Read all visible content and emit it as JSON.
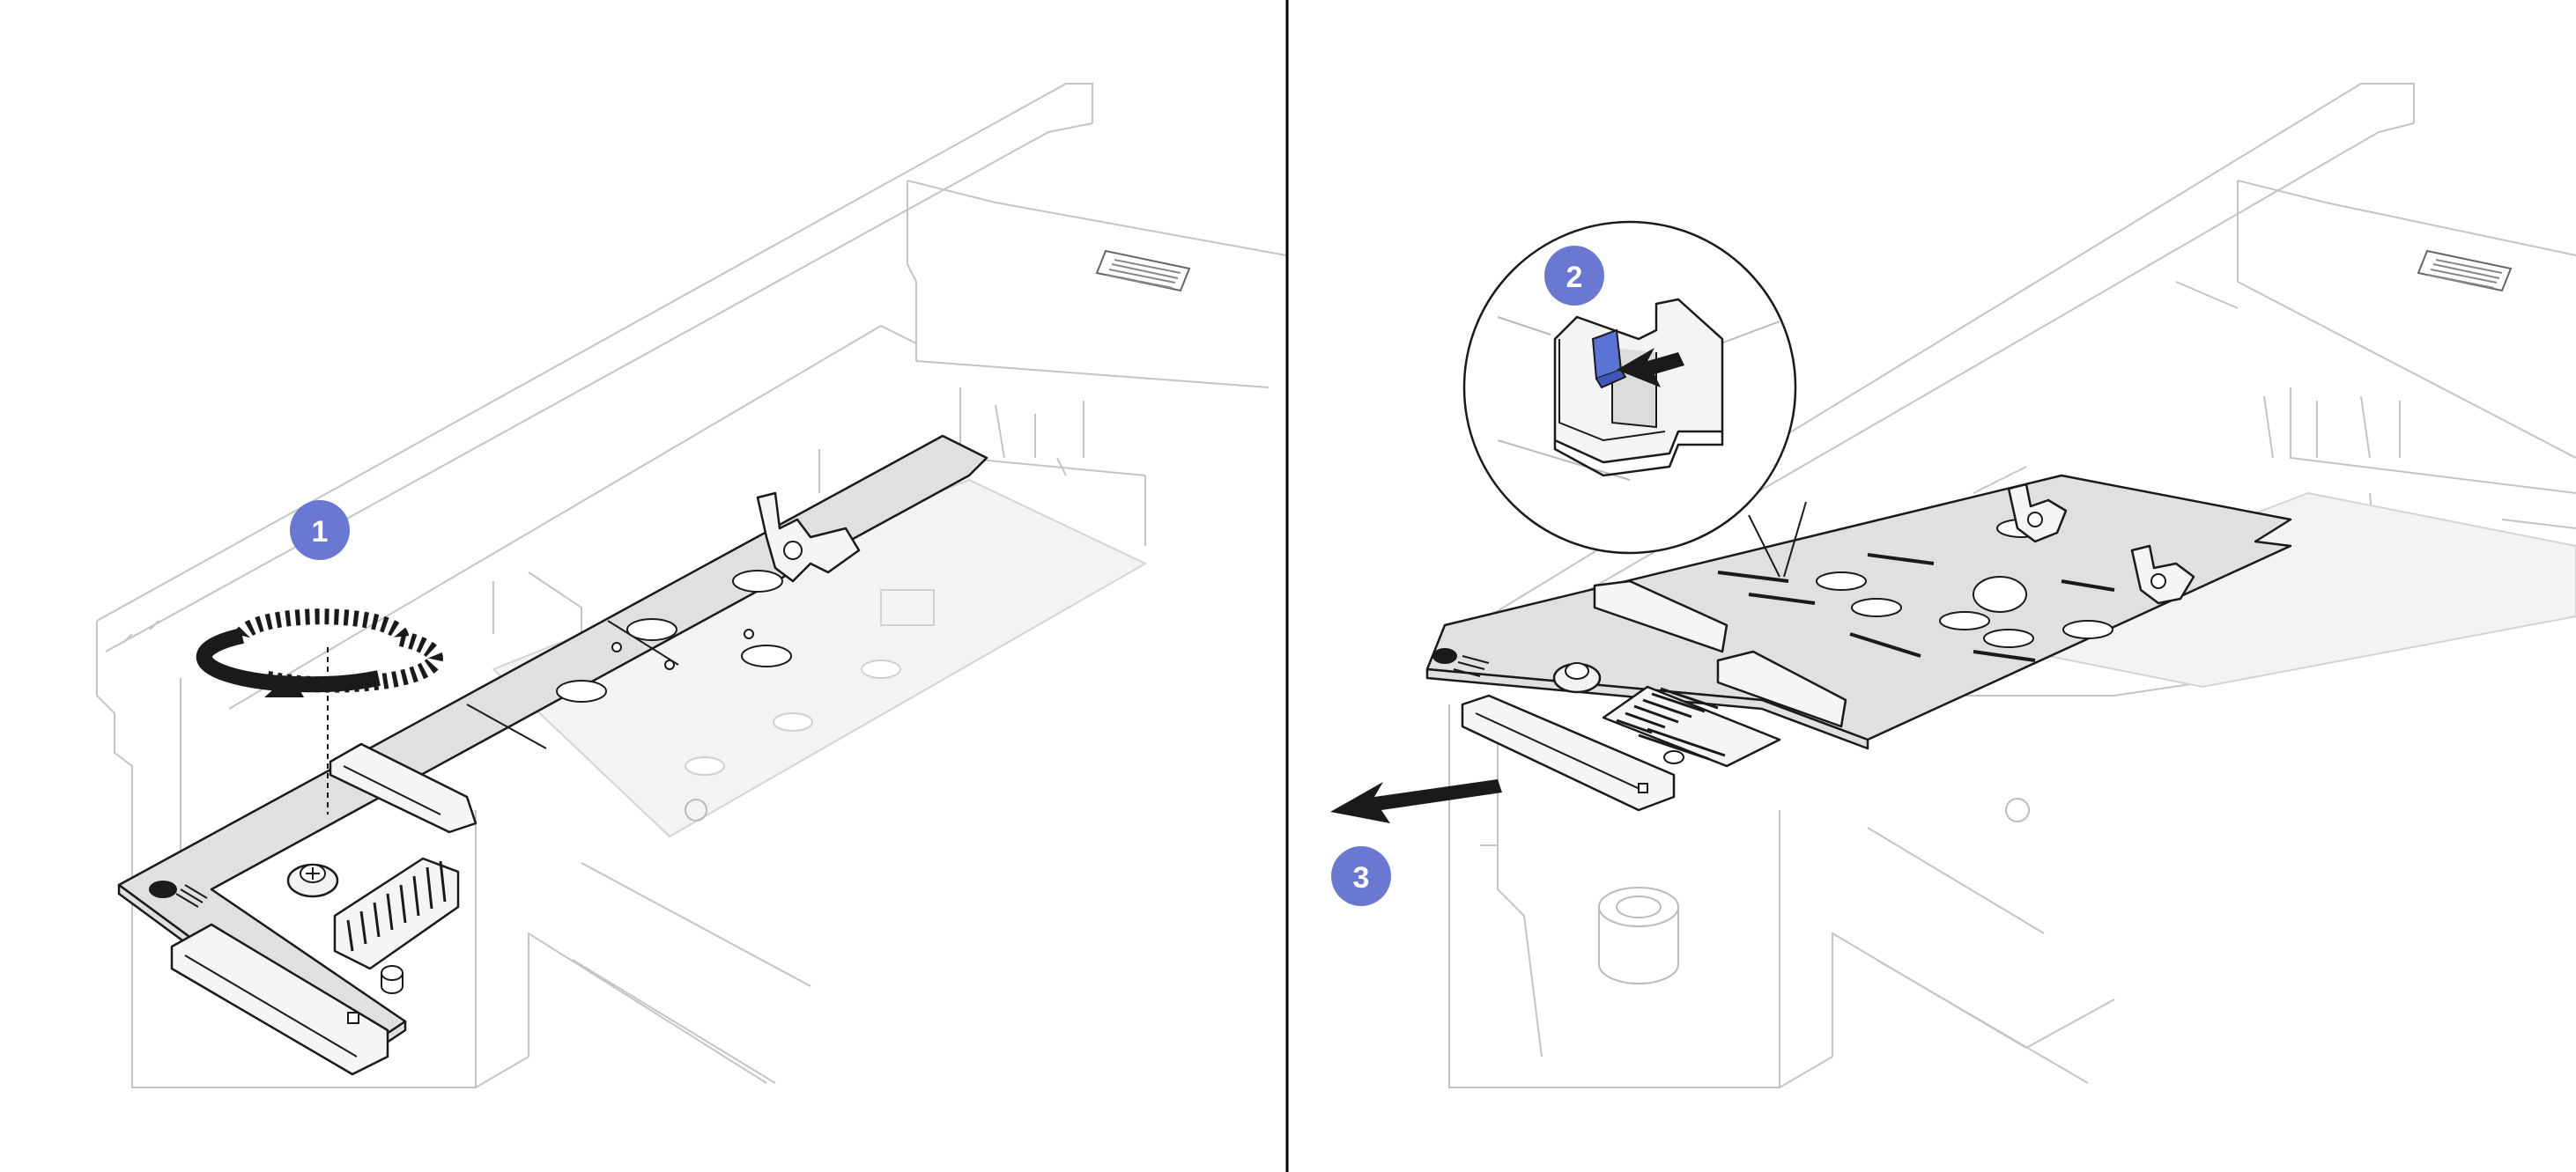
{
  "steps": [
    {
      "number": "1",
      "action": "loosen-screw"
    },
    {
      "number": "2",
      "action": "press-retainer-latch"
    },
    {
      "number": "3",
      "action": "slide-out-adapter"
    }
  ],
  "colors": {
    "callout_fill": "#6b78d2",
    "callout_text": "#ffffff",
    "latch_blue": "#5a74d4",
    "outline": "#1a1a1a",
    "housing_line": "#c4c4c4",
    "board_fill": "#e0e0e0",
    "divider": "#000000"
  },
  "icons": {
    "rotate": "counterclockwise-rotate-arrow-icon",
    "push": "push-arrow-icon",
    "pull": "pull-arrow-icon"
  }
}
